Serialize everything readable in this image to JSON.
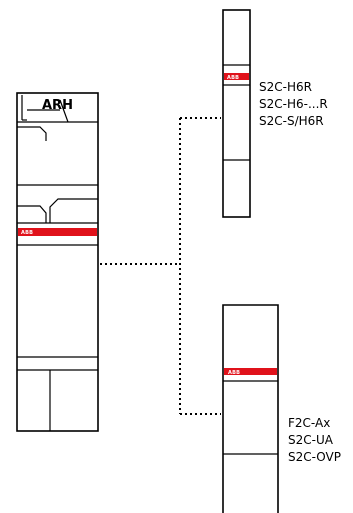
{
  "main_device": {
    "label": "ARH",
    "brand": "ABB"
  },
  "top_accessory": {
    "brand": "ABB",
    "models": [
      "S2C-H6R",
      "S2C-H6-...R",
      "S2C-S/H6R"
    ]
  },
  "bottom_accessory": {
    "brand": "ABB",
    "models": [
      "F2C-Ax",
      "S2C-UA",
      "S2C-OVP"
    ]
  },
  "colors": {
    "stripe": "#e0121b",
    "outline": "#000000",
    "background": "#ffffff"
  }
}
